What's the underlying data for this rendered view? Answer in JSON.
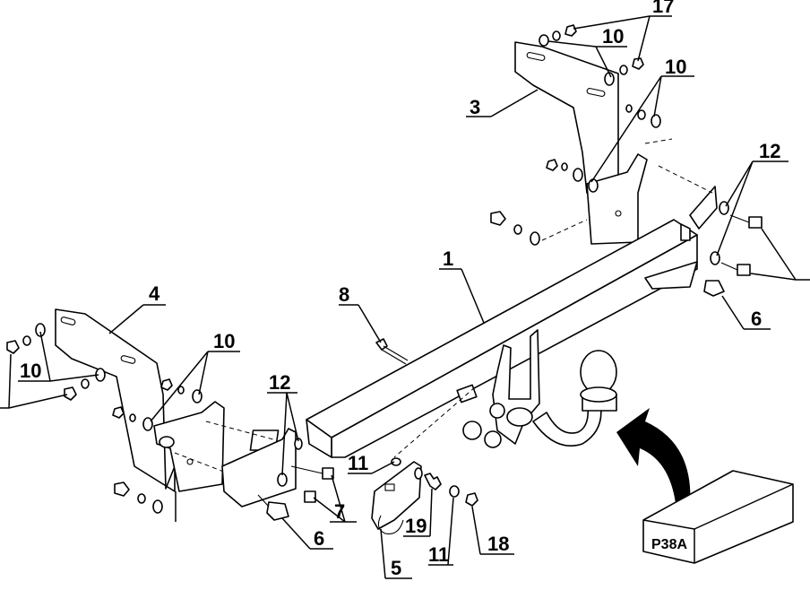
{
  "callouts": {
    "c1": "1",
    "c3": "3",
    "c4": "4",
    "c5": "5",
    "c6a": "6",
    "c6b": "6",
    "c7": "7",
    "c8": "8",
    "c10a": "10",
    "c10b": "10",
    "c10c": "10",
    "c10d": "10",
    "c11a": "11",
    "c11b": "11",
    "c12a": "12",
    "c12b": "12",
    "c17": "17",
    "c18": "18",
    "c19": "19"
  },
  "box_label": "P38A",
  "colors": {
    "line": "#000000",
    "arrow": "#000000",
    "background": "#ffffff"
  }
}
